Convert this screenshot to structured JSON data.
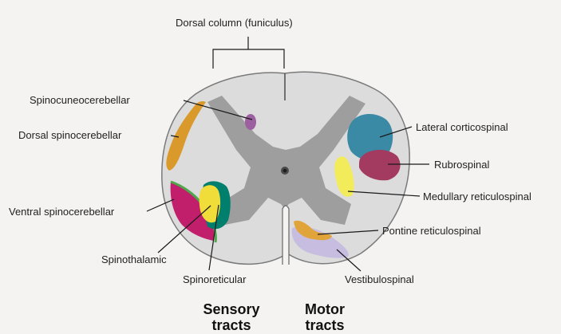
{
  "colors": {
    "background": "#f4f3f1",
    "white_matter": "#dcdcdc",
    "gray_matter": "#9e9e9e",
    "dorsal_spinocerebellar": "#d99a2b",
    "spinocuneocerebellar": "#9c5fa0",
    "ventral_spinocerebellar": "#c11f6b",
    "spinoreticular": "#00806c",
    "spinothalamic": "#f0dd3a",
    "lateral_corticospinal": "#3a8aa6",
    "rubrospinal": "#a33a5f",
    "medullary_reticulospinal": "#f3ec5a",
    "pontine_reticulospinal": "#e0a43a",
    "vestibulospinal": "#c7bde0"
  },
  "labels": {
    "dorsal_column": "Dorsal column (funiculus)",
    "spinocuneocerebellar": "Spinocuneocerebellar",
    "dorsal_spinocerebellar": "Dorsal spinocerebellar",
    "ventral_spinocerebellar": "Ventral spinocerebellar",
    "spinothalamic": "Spinothalamic",
    "spinoreticular": "Spinoreticular",
    "lateral_corticospinal": "Lateral corticospinal",
    "rubrospinal": "Rubrospinal",
    "medullary_reticulospinal": "Medullary reticulospinal",
    "pontine_reticulospinal": "Pontine reticulospinal",
    "vestibulospinal": "Vestibulospinal"
  },
  "headings": {
    "sensory_line1": "Sensory",
    "sensory_line2": "tracts",
    "motor_line1": "Motor",
    "motor_line2": "tracts"
  }
}
